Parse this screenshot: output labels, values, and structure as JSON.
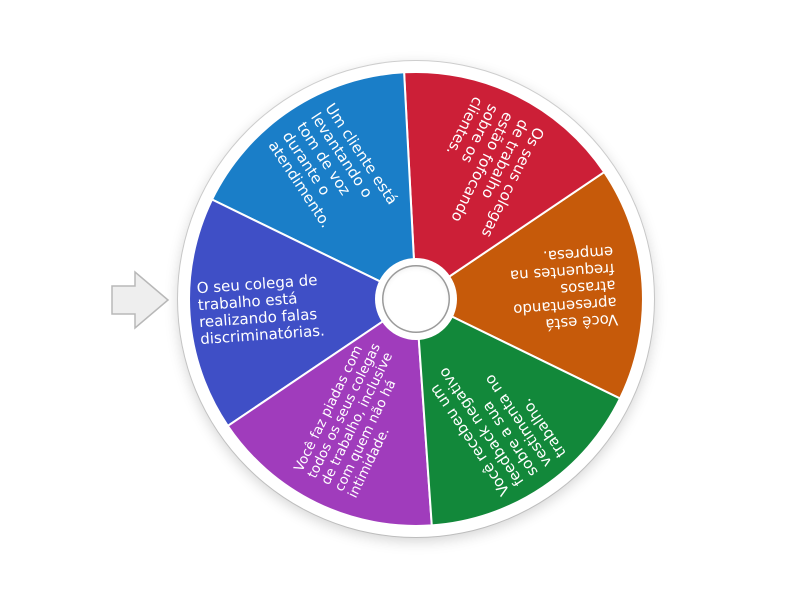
{
  "wheel": {
    "segments": [
      {
        "label": "Você está apresentando atrasos frequentes na empresa.",
        "color": "#c65a0a",
        "center_angle_deg": 4
      },
      {
        "label": "Os seus colegas de trabalho estão fofocando sobre os clientes.",
        "color": "#cc1f37",
        "center_angle_deg": 63.5
      },
      {
        "label": "Um cliente está levantando o tom de voz durante o atendimento.",
        "color": "#1a7ec8",
        "center_angle_deg": 123.5
      },
      {
        "label": "O seu colega de trabalho está realizando falas discriminatórias.",
        "color": "#3f4fc6",
        "center_angle_deg": 184
      },
      {
        "label": "Você faz piadas com todos os seus colegas de trabalho, inclusive com quem não há intimidade.",
        "color": "#a03cbc",
        "center_angle_deg": 244
      },
      {
        "label": "Você recebeu um feedback negativo sobre a sua vestimenta no trabalho.",
        "color": "#12883a",
        "center_angle_deg": 304
      }
    ],
    "boundaries_deg": [
      -26,
      34,
      93,
      154,
      214,
      274,
      334
    ],
    "hub_icon": "hub-circle",
    "pointer_icon": "arrow-right-icon"
  }
}
